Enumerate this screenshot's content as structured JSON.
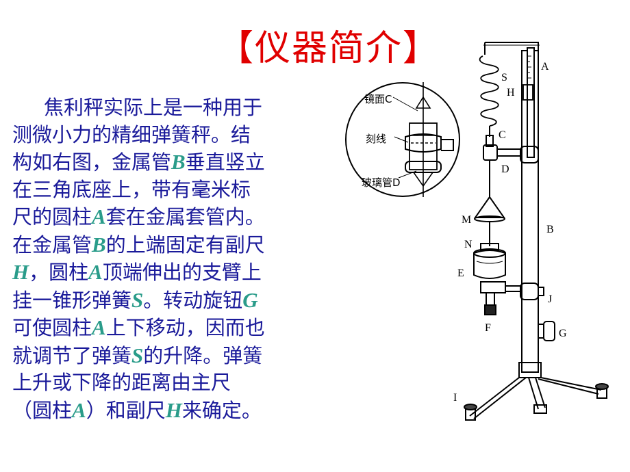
{
  "title": {
    "open": "【",
    "text": "仪器简介",
    "close": "】"
  },
  "paragraph": {
    "lines": [
      [
        {
          "t": "焦利秤实际上是一种用于"
        }
      ],
      [
        {
          "t": "测微小力的精细弹簧秤。结"
        }
      ],
      [
        {
          "t": "构如右图，金属管"
        },
        {
          "v": "B"
        },
        {
          "t": "垂直竖立"
        }
      ],
      [
        {
          "t": "在三角底座上，带有毫米标"
        }
      ],
      [
        {
          "t": "尺的圆柱"
        },
        {
          "v": "A"
        },
        {
          "t": "套在金属套管内。"
        }
      ],
      [
        {
          "t": "在金属管"
        },
        {
          "v": "B"
        },
        {
          "t": "的上端固定有副尺"
        }
      ],
      [
        {
          "v": "H"
        },
        {
          "t": "，圆柱"
        },
        {
          "v": "A"
        },
        {
          "t": "顶端伸出的支臂上"
        }
      ],
      [
        {
          "t": "挂一锥形弹簧"
        },
        {
          "v": "S"
        },
        {
          "t": "。转动旋钮"
        },
        {
          "v": "G"
        }
      ],
      [
        {
          "t": "可使圆柱"
        },
        {
          "v": "A"
        },
        {
          "t": "上下移动，因而也"
        }
      ],
      [
        {
          "t": "就调节了弹簧"
        },
        {
          "v": "S"
        },
        {
          "t": "的升降。弹簧"
        }
      ],
      [
        {
          "t": "上升或下降的距离由主尺"
        }
      ],
      [
        {
          "t": "（圆柱"
        },
        {
          "v": "A"
        },
        {
          "t": "）和副尺"
        },
        {
          "v": "H"
        },
        {
          "t": "来确定。"
        }
      ]
    ]
  },
  "diagram": {
    "inset_labels": {
      "mirror": "镜面C",
      "scribe": "刻线",
      "glass_tube": "玻璃管D"
    },
    "part_labels": {
      "A": "A",
      "S": "S",
      "H": "H",
      "C": "C",
      "D": "D",
      "M": "M",
      "N": "N",
      "E": "E",
      "B": "B",
      "J": "J",
      "F": "F",
      "G": "G",
      "I": "I"
    }
  },
  "colors": {
    "title": "#e00000",
    "body_text": "#1a1a9a",
    "variable": "#2a9c8a"
  }
}
